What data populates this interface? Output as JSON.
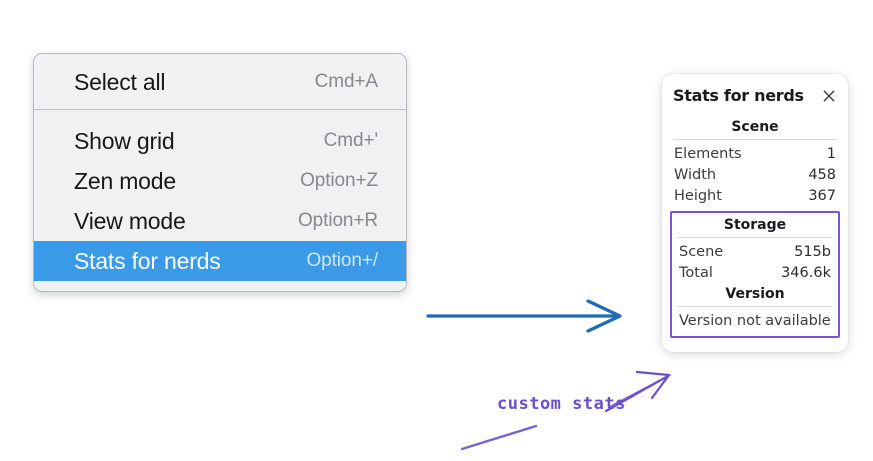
{
  "context_menu": {
    "name": "canvas-context-menu",
    "sections": [
      {
        "items": [
          {
            "label": "Select all",
            "shortcut": "Cmd+A",
            "selected": false
          }
        ]
      },
      {
        "items": [
          {
            "label": "Show grid",
            "shortcut": "Cmd+'",
            "selected": false
          },
          {
            "label": "Zen mode",
            "shortcut": "Option+Z",
            "selected": false
          },
          {
            "label": "View mode",
            "shortcut": "Option+R",
            "selected": false
          },
          {
            "label": "Stats for nerds",
            "shortcut": "Option+/",
            "selected": true
          }
        ]
      }
    ],
    "items": {
      "select_all": {
        "label": "Select all",
        "shortcut": "Cmd+A"
      },
      "show_grid": {
        "label": "Show grid",
        "shortcut": "Cmd+'"
      },
      "zen_mode": {
        "label": "Zen mode",
        "shortcut": "Option+Z"
      },
      "view_mode": {
        "label": "View mode",
        "shortcut": "Option+R"
      },
      "stats_for_nerds": {
        "label": "Stats for nerds",
        "shortcut": "Option+/"
      }
    }
  },
  "stats_panel": {
    "title": "Stats for nerds",
    "close_icon": "close-icon",
    "scene": {
      "heading": "Scene",
      "rows": [
        {
          "label": "Elements",
          "value": "1"
        },
        {
          "label": "Width",
          "value": "458"
        },
        {
          "label": "Height",
          "value": "367"
        }
      ]
    },
    "storage": {
      "heading": "Storage",
      "rows": [
        {
          "label": "Scene",
          "value": "515b"
        },
        {
          "label": "Total",
          "value": "346.6k"
        }
      ]
    },
    "version": {
      "heading": "Version",
      "text": "Version not available"
    }
  },
  "annotations": {
    "custom_stats_label": "custom stats",
    "arrow_blue_color": "#1f6cb0",
    "arrow_purple_color": "#6a4fd0",
    "highlight_box_color": "#7a53d6",
    "selected_item_color": "#3b9ae8"
  }
}
